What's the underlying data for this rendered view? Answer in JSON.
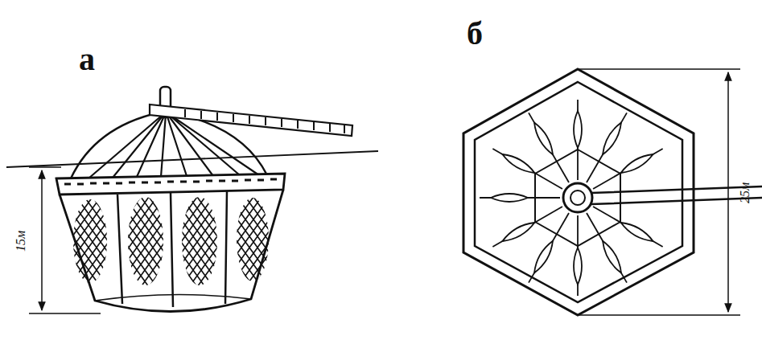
{
  "diagram": {
    "labels": [
      "а",
      "б",
      "15м",
      "25м"
    ]
  }
}
